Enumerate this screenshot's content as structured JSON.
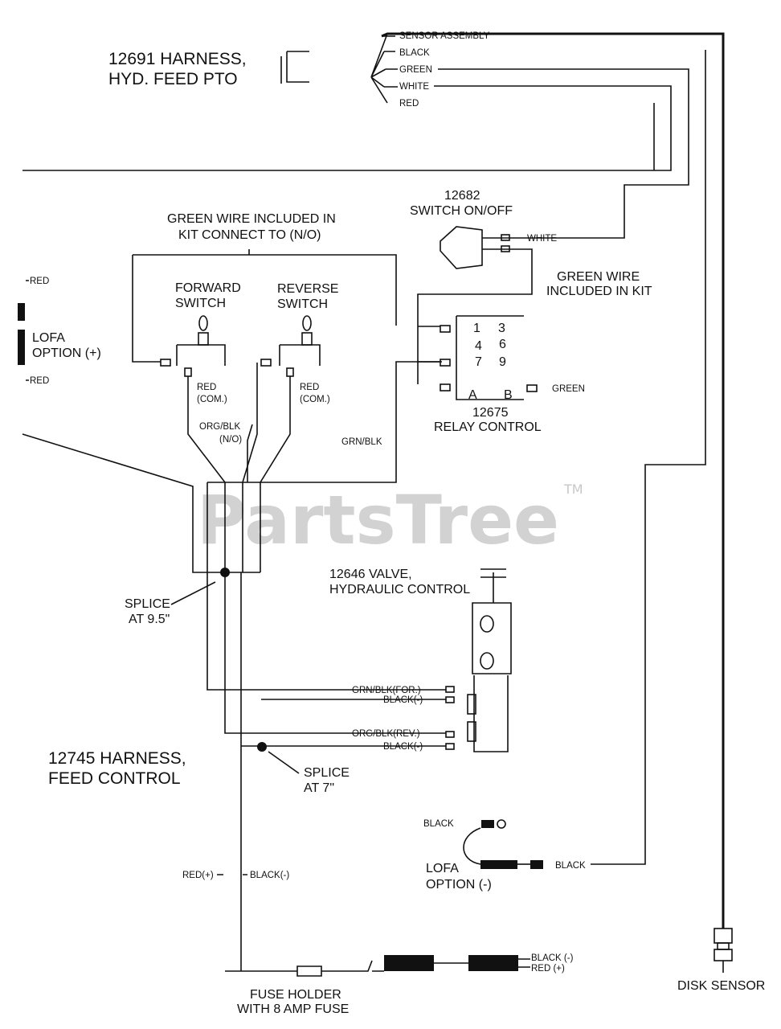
{
  "watermark": {
    "text": "PartsTree",
    "tm": "TM"
  },
  "harness_pto": {
    "line1": "12691 HARNESS,",
    "line2": "HYD. FEED PTO"
  },
  "pto_wires": {
    "sensor": "SENSOR ASSEMBLY",
    "black": "BLACK",
    "green": "GREEN",
    "white": "WHITE",
    "red": "RED"
  },
  "switch_onoff": {
    "line1": "12682",
    "line2": "SWITCH ON/OFF",
    "white": "WHITE"
  },
  "green_wire_kit": {
    "line1": "GREEN WIRE",
    "line2": "INCLUDED IN KIT"
  },
  "green_wire_no": {
    "line1": "GREEN WIRE INCLUDED IN",
    "line2": "KIT CONNECT TO (N/O)"
  },
  "lofa_plus": {
    "red_top": "RED",
    "line1": "LOFA",
    "line2": "OPTION (+)",
    "red_bottom": "RED"
  },
  "forward_switch": {
    "line1": "FORWARD",
    "line2": "SWITCH",
    "red": "RED",
    "com": "(COM.)"
  },
  "reverse_switch": {
    "line1": "REVERSE",
    "line2": "SWITCH",
    "red": "RED",
    "com": "(COM.)"
  },
  "org_blk_no": {
    "line1": "ORG/BLK",
    "line2": "(N/O)"
  },
  "relay": {
    "p1": "1",
    "p3": "3",
    "p4": "4",
    "p6": "6",
    "p7": "7",
    "p9": "9",
    "pa": "A",
    "pb": "B",
    "green": "GREEN",
    "line1": "12675",
    "line2": "RELAY CONTROL"
  },
  "grn_blk": "GRN/BLK",
  "splice_95": {
    "line1": "SPLICE",
    "line2": "AT 9.5\""
  },
  "valve": {
    "line1": "12646  VALVE,",
    "line2": "HYDRAULIC CONTROL"
  },
  "valve_wires": {
    "grn_for": "GRN/BLK(FOR.)",
    "black1": "BLACK(-)",
    "org_rev": "ORG/BLK(REV.)",
    "black2": "BLACK(-)"
  },
  "harness_feed": {
    "line1": "12745 HARNESS,",
    "line2": "FEED CONTROL"
  },
  "splice_7": {
    "line1": "SPLICE",
    "line2": "AT 7\""
  },
  "lofa_minus": {
    "black_top": "BLACK",
    "line1": "LOFA",
    "line2": "OPTION (-)",
    "black_right": "BLACK"
  },
  "power": {
    "red_plus": "RED(+)",
    "black_minus": "BLACK(-)",
    "batt_black": "BLACK (-)",
    "batt_red": "RED (+)"
  },
  "fuse": {
    "line1": "FUSE HOLDER",
    "line2": "WITH 8 AMP FUSE"
  },
  "disk_sensor": "DISK SENSOR"
}
